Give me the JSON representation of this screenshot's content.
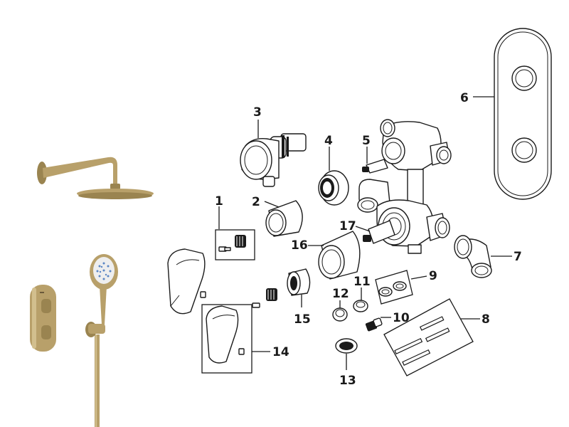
{
  "callouts": [
    {
      "id": "1",
      "label": "1"
    },
    {
      "id": "2",
      "label": "2"
    },
    {
      "id": "3",
      "label": "3"
    },
    {
      "id": "4",
      "label": "4"
    },
    {
      "id": "5",
      "label": "5"
    },
    {
      "id": "6",
      "label": "6"
    },
    {
      "id": "7",
      "label": "7"
    },
    {
      "id": "8",
      "label": "8"
    },
    {
      "id": "9",
      "label": "9"
    },
    {
      "id": "10",
      "label": "10"
    },
    {
      "id": "11",
      "label": "11"
    },
    {
      "id": "12",
      "label": "12"
    },
    {
      "id": "13",
      "label": "13"
    },
    {
      "id": "14",
      "label": "14"
    },
    {
      "id": "15",
      "label": "15"
    },
    {
      "id": "16",
      "label": "16"
    },
    {
      "id": "17",
      "label": "17"
    }
  ],
  "colors": {
    "finish": "#b8a06a",
    "line": "#1a1a1a",
    "background": "#ffffff"
  }
}
